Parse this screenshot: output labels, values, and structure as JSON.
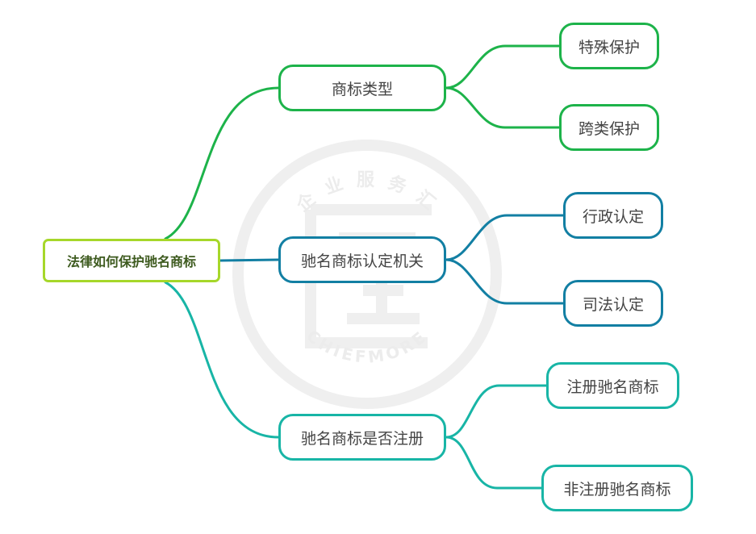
{
  "root": {
    "label": "法律如何保护驰名商标"
  },
  "branches": [
    {
      "label": "商标类型",
      "color": "#1db34a",
      "children": [
        {
          "label": "特殊保护"
        },
        {
          "label": "跨类保护"
        }
      ]
    },
    {
      "label": "驰名商标认定机关",
      "color": "#127fa3",
      "children": [
        {
          "label": "行政认定"
        },
        {
          "label": "司法认定"
        }
      ]
    },
    {
      "label": "驰名商标是否注册",
      "color": "#18b5a6",
      "children": [
        {
          "label": "注册驰名商标"
        },
        {
          "label": "非注册驰名商标"
        }
      ]
    }
  ],
  "root_color": "#a6d72a",
  "watermark": {
    "top_text": "企 业 服 务 汇",
    "bottom_text": "CHIEFMORE",
    "color": "#ececec"
  }
}
